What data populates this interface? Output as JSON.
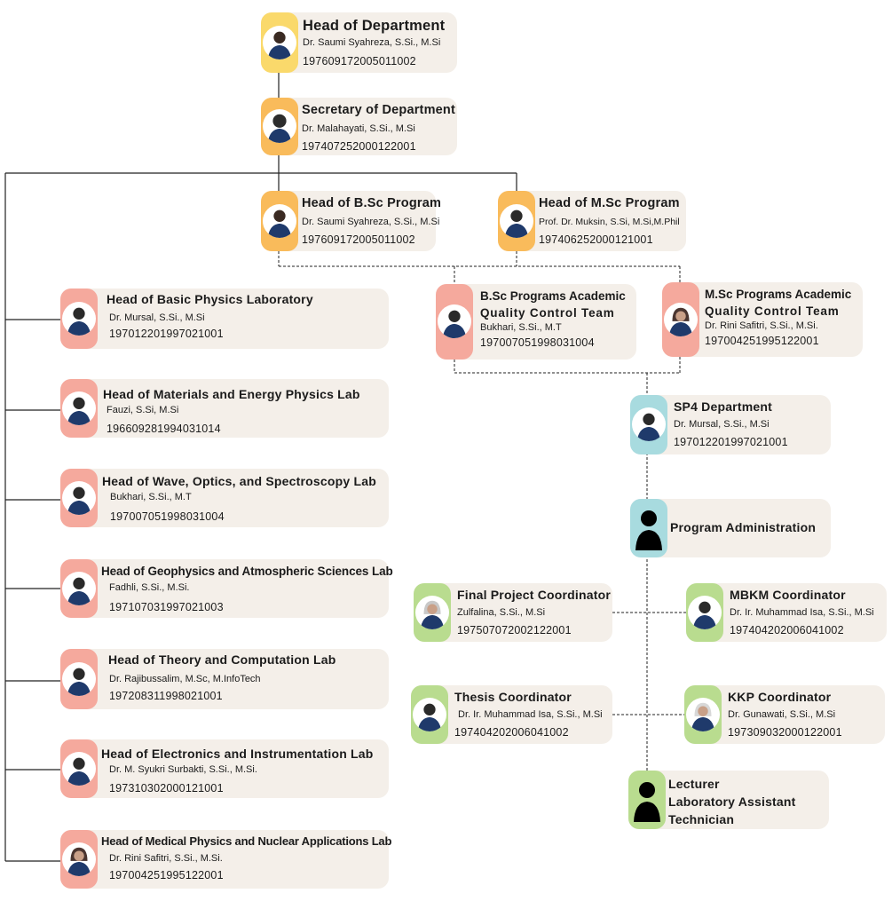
{
  "head_department": {
    "title": "Head of Department",
    "name": "Dr. Saumi Syahreza, S.Si., M.Si",
    "nip": "197609172005011002"
  },
  "secretary": {
    "title": "Secretary of Department",
    "name": "Dr. Malahayati, S.Si., M.Si",
    "nip": "197407252000122001"
  },
  "head_bsc": {
    "title": "Head of B.Sc Program",
    "name": "Dr. Saumi Syahreza, S.Si., M.Si",
    "nip": "197609172005011002"
  },
  "head_msc": {
    "title": "Head of M.Sc Program",
    "name": "Prof. Dr. Muksin, S.Si, M.Si,M.Phil",
    "nip": "197406252000121001"
  },
  "bsc_qc": {
    "title_line1": "B.Sc Programs Academic",
    "title_line2": "Quality Control Team",
    "name": "Bukhari, S.Si., M.T",
    "nip": "197007051998031004"
  },
  "msc_qc": {
    "title_line1": "M.Sc Programs Academic",
    "title_line2": "Quality Control Team",
    "name": "Dr. Rini Safitri, S.Si., M.Si.",
    "nip": "197004251995122001"
  },
  "labs": [
    {
      "title": "Head of Basic Physics Laboratory",
      "name": "Dr. Mursal, S.Si., M.Si",
      "nip": "197012201997021001"
    },
    {
      "title": "Head of Materials and Energy Physics Lab",
      "name": "Fauzi, S.Si, M.Si",
      "nip": "196609281994031014"
    },
    {
      "title": "Head of Wave, Optics, and Spectroscopy Lab",
      "name": "Bukhari, S.Si., M.T",
      "nip": "197007051998031004"
    },
    {
      "title": "Head of Geophysics and Atmospheric Sciences Lab",
      "name": "Fadhli, S.Si., M.Si.",
      "nip": "197107031997021003"
    },
    {
      "title": "Head of Theory and Computation Lab",
      "name": "Dr. Rajibussalim, M.Sc, M.InfoTech",
      "nip": "197208311998021001"
    },
    {
      "title": "Head of Electronics and Instrumentation Lab",
      "name": "Dr. M. Syukri Surbakti, S.Si., M.Si.",
      "nip": "197310302000121001"
    },
    {
      "title": "Head of Medical Physics and Nuclear Applications Lab",
      "name": "Dr. Rini Safitri, S.Si., M.Si.",
      "nip": "197004251995122001"
    }
  ],
  "sp4": {
    "title": "SP4 Department",
    "name": "Dr. Mursal, S.Si., M.Si",
    "nip": "197012201997021001"
  },
  "program_admin": {
    "title": "Program Administration"
  },
  "final_project": {
    "title": "Final Project Coordinator",
    "name": "Zulfalina, S.Si., M.Si",
    "nip": "197507072002122001"
  },
  "mbkm": {
    "title": "MBKM Coordinator",
    "name": "Dr. Ir. Muhammad Isa, S.Si., M.Si",
    "nip": "197404202006041002"
  },
  "thesis": {
    "title": "Thesis Coordinator",
    "name": "Dr. Ir. Muhammad Isa, S.Si., M.Si",
    "nip": "197404202006041002"
  },
  "kkp": {
    "title": "KKP Coordinator",
    "name": "Dr. Gunawati, S.Si., M.Si",
    "nip": "197309032000122001"
  },
  "lecturer": {
    "line1": "Lecturer",
    "line2": "Laboratory Assistant",
    "line3": "Technician"
  },
  "colors": {
    "yellow": "#fad96b",
    "orange": "#f9bb5b",
    "salmon": "#f5a99d",
    "teal": "#a8dbdf",
    "green": "#b9dc8f",
    "card": "#f4efe9",
    "uniform": "#1f3a6b"
  }
}
